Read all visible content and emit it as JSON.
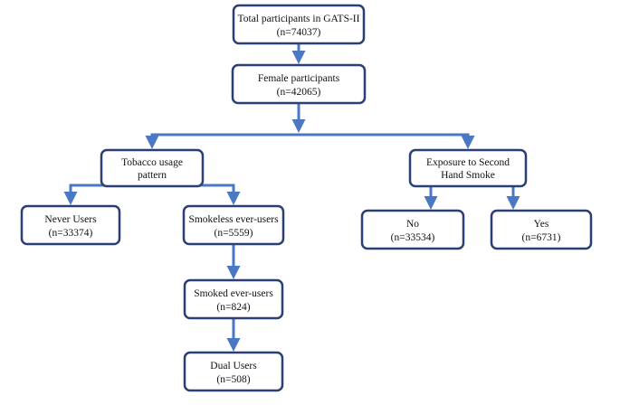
{
  "colors": {
    "box_border": "#2a3f73",
    "connector": "#4a78c4",
    "text": "#111111",
    "background": "#ffffff"
  },
  "nodes": {
    "total": {
      "line1": "Total participants in GATS-II",
      "line2": "(n=74037)"
    },
    "female": {
      "line1": "Female participants",
      "line2": "(n=42065)"
    },
    "tobacco": {
      "line1": "Tobacco usage",
      "line2": "pattern"
    },
    "exposure": {
      "line1": "Exposure to Second",
      "line2": "Hand Smoke"
    },
    "never": {
      "line1": "Never Users",
      "line2": "(n=33374)"
    },
    "smokeless": {
      "line1": "Smokeless ever-users",
      "line2": "(n=5559)"
    },
    "smoked": {
      "line1": "Smoked ever-users",
      "line2": "(n=824)"
    },
    "dual": {
      "line1": "Dual Users",
      "line2": "(n=508)"
    },
    "no": {
      "line1": "No",
      "line2": "(n=33534)"
    },
    "yes": {
      "line1": "Yes",
      "line2": "(n=6731)"
    }
  }
}
